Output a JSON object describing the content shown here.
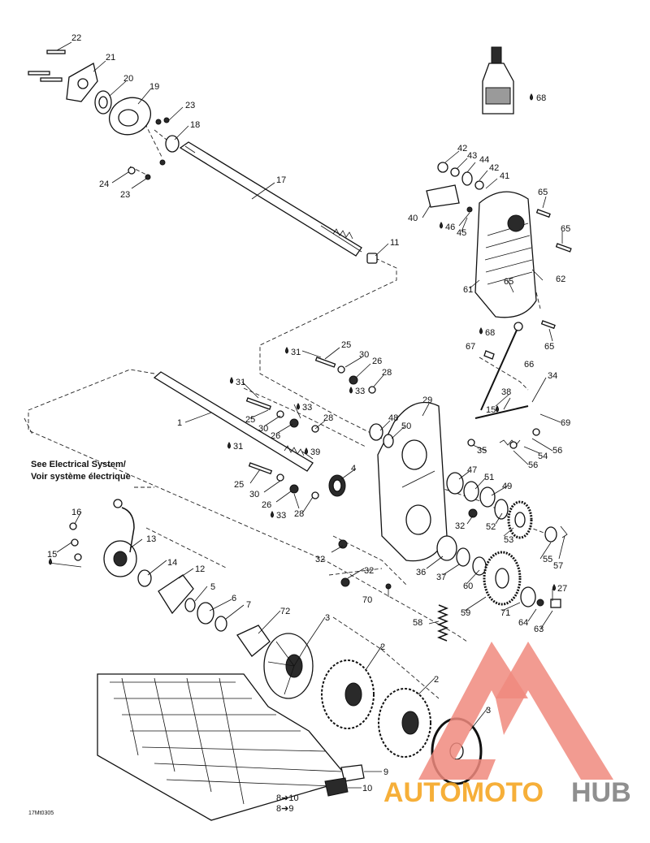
{
  "diagram": {
    "code": "17Mt0305",
    "note_lines": [
      "See Electrical System/",
      "Voir système électrique"
    ],
    "callouts": [
      {
        "id": "c22",
        "text": "22"
      },
      {
        "id": "c21",
        "text": "21"
      },
      {
        "id": "c20",
        "text": "20"
      },
      {
        "id": "c19",
        "text": "19"
      },
      {
        "id": "c23a",
        "text": "23"
      },
      {
        "id": "c18",
        "text": "18"
      },
      {
        "id": "c24",
        "text": "24"
      },
      {
        "id": "c23b",
        "text": "23"
      },
      {
        "id": "c17",
        "text": "17"
      },
      {
        "id": "c11",
        "text": "11"
      },
      {
        "id": "c68a",
        "text": "68"
      },
      {
        "id": "c42a",
        "text": "42"
      },
      {
        "id": "c43",
        "text": "43"
      },
      {
        "id": "c44",
        "text": "44"
      },
      {
        "id": "c42b",
        "text": "42"
      },
      {
        "id": "c41",
        "text": "41"
      },
      {
        "id": "c40",
        "text": "40"
      },
      {
        "id": "c46",
        "text": "46"
      },
      {
        "id": "c45",
        "text": "45"
      },
      {
        "id": "c65a",
        "text": "65"
      },
      {
        "id": "c65b",
        "text": "65"
      },
      {
        "id": "c61",
        "text": "61"
      },
      {
        "id": "c62",
        "text": "62"
      },
      {
        "id": "c65c",
        "text": "65"
      },
      {
        "id": "c65d",
        "text": "65"
      },
      {
        "id": "c68b",
        "text": "68"
      },
      {
        "id": "c67",
        "text": "67"
      },
      {
        "id": "c66",
        "text": "66"
      },
      {
        "id": "c25a",
        "text": "25"
      },
      {
        "id": "c31a",
        "text": "31"
      },
      {
        "id": "c30a",
        "text": "30"
      },
      {
        "id": "c26a",
        "text": "26"
      },
      {
        "id": "c28a",
        "text": "28"
      },
      {
        "id": "c33a",
        "text": "33"
      },
      {
        "id": "c31b",
        "text": "31"
      },
      {
        "id": "c33b",
        "text": "33"
      },
      {
        "id": "c25b",
        "text": "25"
      },
      {
        "id": "c30b",
        "text": "30"
      },
      {
        "id": "c26b",
        "text": "26"
      },
      {
        "id": "c28b",
        "text": "28"
      },
      {
        "id": "c1",
        "text": "1"
      },
      {
        "id": "c29",
        "text": "29"
      },
      {
        "id": "c48",
        "text": "48"
      },
      {
        "id": "c50",
        "text": "50"
      },
      {
        "id": "c34",
        "text": "34"
      },
      {
        "id": "c38",
        "text": "38"
      },
      {
        "id": "c15a",
        "text": "15"
      },
      {
        "id": "c69",
        "text": "69"
      },
      {
        "id": "c31c",
        "text": "31"
      },
      {
        "id": "c39",
        "text": "39"
      },
      {
        "id": "c35",
        "text": "35"
      },
      {
        "id": "c56a",
        "text": "56"
      },
      {
        "id": "c54",
        "text": "54"
      },
      {
        "id": "c56b",
        "text": "56"
      },
      {
        "id": "c47",
        "text": "47"
      },
      {
        "id": "c51",
        "text": "51"
      },
      {
        "id": "c49",
        "text": "49"
      },
      {
        "id": "c4",
        "text": "4"
      },
      {
        "id": "c25c",
        "text": "25"
      },
      {
        "id": "c30c",
        "text": "30"
      },
      {
        "id": "c26c",
        "text": "26"
      },
      {
        "id": "c33c",
        "text": "33"
      },
      {
        "id": "c28c",
        "text": "28"
      },
      {
        "id": "c32a",
        "text": "32"
      },
      {
        "id": "c52",
        "text": "52"
      },
      {
        "id": "c53",
        "text": "53"
      },
      {
        "id": "c16",
        "text": "16"
      },
      {
        "id": "c13",
        "text": "13"
      },
      {
        "id": "c15b",
        "text": "15"
      },
      {
        "id": "c14",
        "text": "14"
      },
      {
        "id": "c12",
        "text": "12"
      },
      {
        "id": "c32b",
        "text": "32"
      },
      {
        "id": "c55",
        "text": "55"
      },
      {
        "id": "c57",
        "text": "57"
      },
      {
        "id": "c36",
        "text": "36"
      },
      {
        "id": "c37",
        "text": "37"
      },
      {
        "id": "c60",
        "text": "60"
      },
      {
        "id": "c32c",
        "text": "32"
      },
      {
        "id": "c5",
        "text": "5"
      },
      {
        "id": "c70",
        "text": "70"
      },
      {
        "id": "c27",
        "text": "27"
      },
      {
        "id": "c6",
        "text": "6"
      },
      {
        "id": "c7",
        "text": "7"
      },
      {
        "id": "c72",
        "text": "72"
      },
      {
        "id": "c59",
        "text": "59"
      },
      {
        "id": "c71",
        "text": "71"
      },
      {
        "id": "c64",
        "text": "64"
      },
      {
        "id": "c63",
        "text": "63"
      },
      {
        "id": "c58",
        "text": "58"
      },
      {
        "id": "c3a",
        "text": "3"
      },
      {
        "id": "c2a",
        "text": "2"
      },
      {
        "id": "c2b",
        "text": "2"
      },
      {
        "id": "c3b",
        "text": "3"
      },
      {
        "id": "c9",
        "text": "9"
      },
      {
        "id": "c10",
        "text": "10"
      },
      {
        "id": "c8to10",
        "text": "8➔10"
      },
      {
        "id": "c8to9",
        "text": "8➔9"
      }
    ]
  },
  "watermark": {
    "brand_part1": "AUTOMOTO",
    "brand_part2": "HUB",
    "color_primary": "#f08a7e",
    "color_secondary": "#8f8f8f",
    "color_text": "#f5a623"
  }
}
